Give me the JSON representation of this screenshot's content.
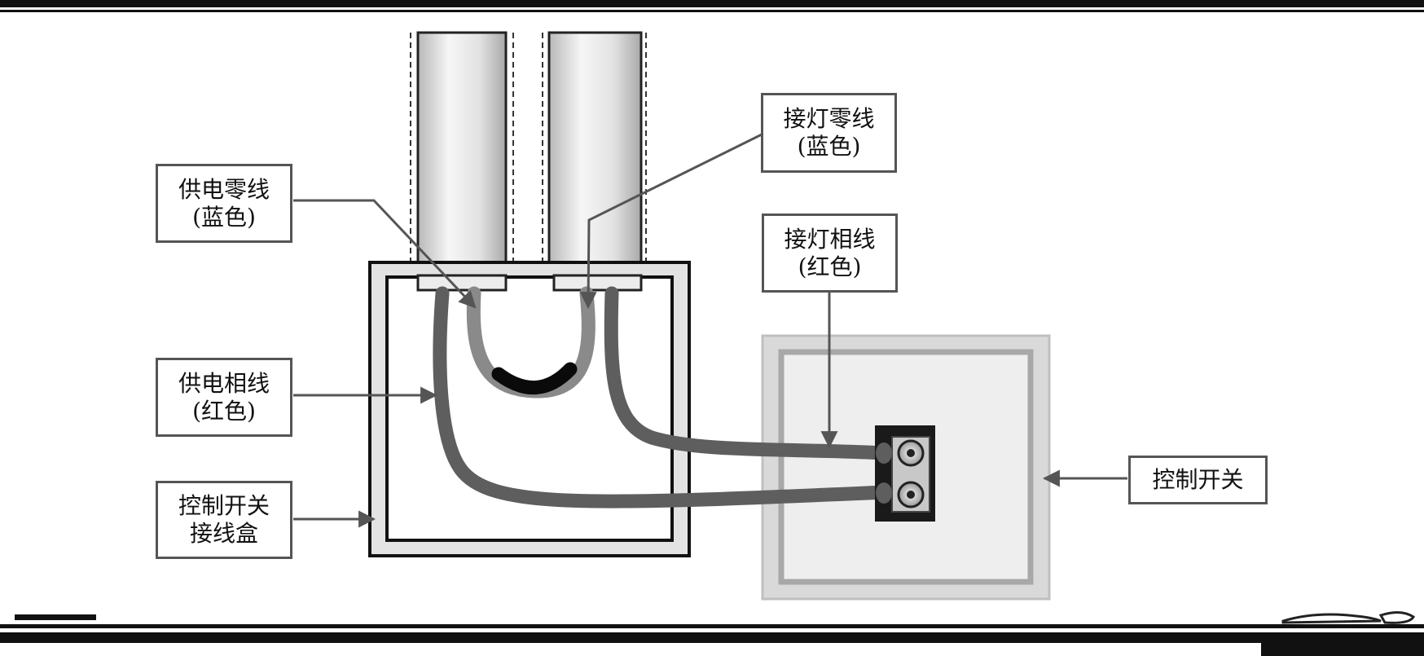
{
  "labels": {
    "supply_neutral": {
      "line1": "供电零线",
      "line2": "(蓝色)"
    },
    "lamp_neutral": {
      "line1": "接灯零线",
      "line2": "(蓝色)"
    },
    "lamp_phase": {
      "line1": "接灯相线",
      "line2": "(红色)"
    },
    "supply_phase": {
      "line1": "供电相线",
      "line2": "(红色)"
    },
    "junction_box": {
      "line1": "控制开关",
      "line2": "接线盒"
    },
    "control_switch": {
      "line1": "控制开关"
    }
  },
  "colors": {
    "neutral_wire": "#8a8a8a",
    "phase_wire": "#5e5e5e",
    "splice": "#0a0a0a",
    "leader": "#555555",
    "frame": "#111111"
  },
  "icons": [
    "conduit-pipe",
    "junction-box",
    "wall-switch",
    "terminal-screw",
    "arrow-head"
  ]
}
